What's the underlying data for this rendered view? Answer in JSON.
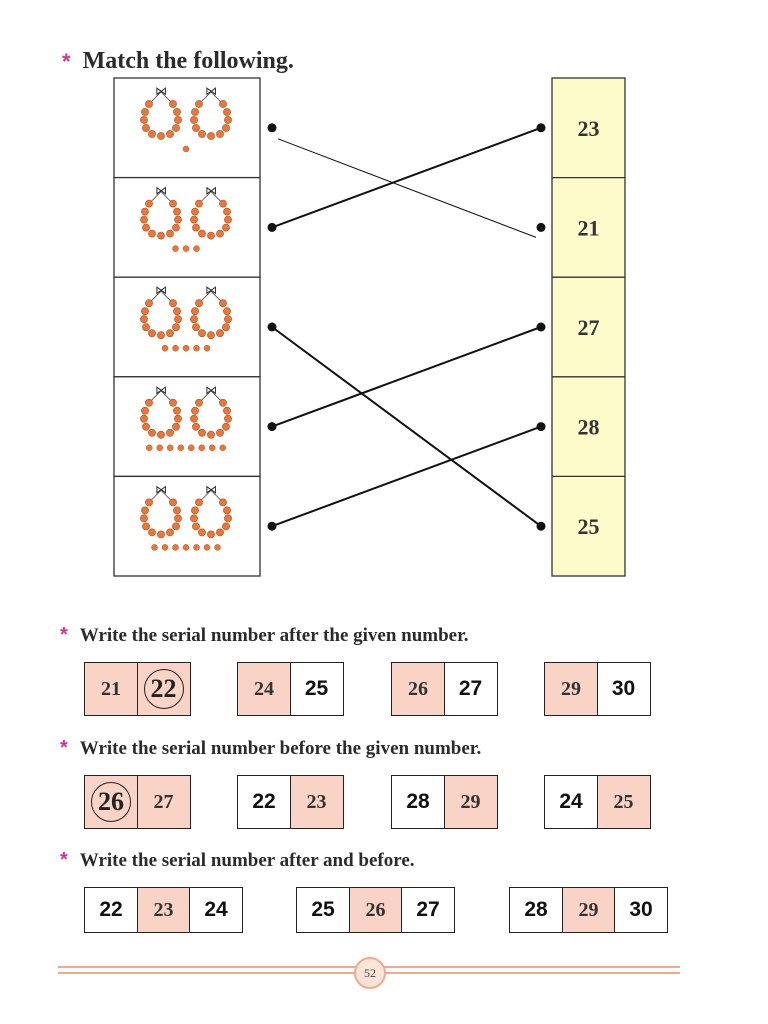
{
  "match": {
    "title": "Match the following.",
    "left_items": [
      {
        "extra_beads": 1
      },
      {
        "extra_beads": 3
      },
      {
        "extra_beads": 5
      },
      {
        "extra_beads": 8
      },
      {
        "extra_beads": 7
      }
    ],
    "right_numbers": [
      "23",
      "21",
      "27",
      "28",
      "25"
    ],
    "lines": [
      [
        0,
        1
      ],
      [
        1,
        0
      ],
      [
        2,
        4
      ],
      [
        3,
        2
      ],
      [
        4,
        3
      ]
    ],
    "colors": {
      "bead": "#e8773a",
      "number_bg": "#fdfbc9"
    }
  },
  "sections": [
    {
      "title": "Write the serial number after the given number.",
      "groups": [
        [
          {
            "v": "21",
            "c": "pink"
          },
          {
            "v": "22",
            "c": "pink",
            "circled": true
          }
        ],
        [
          {
            "v": "24",
            "c": "pink"
          },
          {
            "v": "25",
            "c": "white"
          }
        ],
        [
          {
            "v": "26",
            "c": "pink"
          },
          {
            "v": "27",
            "c": "white"
          }
        ],
        [
          {
            "v": "29",
            "c": "pink"
          },
          {
            "v": "30",
            "c": "white"
          }
        ]
      ]
    },
    {
      "title": "Write the serial number before the given number.",
      "groups": [
        [
          {
            "v": "26",
            "c": "pink",
            "circled": true
          },
          {
            "v": "27",
            "c": "pink"
          }
        ],
        [
          {
            "v": "22",
            "c": "white"
          },
          {
            "v": "23",
            "c": "pink"
          }
        ],
        [
          {
            "v": "28",
            "c": "white"
          },
          {
            "v": "29",
            "c": "pink"
          }
        ],
        [
          {
            "v": "24",
            "c": "white"
          },
          {
            "v": "25",
            "c": "pink"
          }
        ]
      ]
    },
    {
      "title": "Write the serial number after and before.",
      "groups": [
        [
          {
            "v": "22",
            "c": "white"
          },
          {
            "v": "23",
            "c": "pink"
          },
          {
            "v": "24",
            "c": "white"
          }
        ],
        [
          {
            "v": "25",
            "c": "white"
          },
          {
            "v": "26",
            "c": "pink"
          },
          {
            "v": "27",
            "c": "white"
          }
        ],
        [
          {
            "v": "28",
            "c": "white"
          },
          {
            "v": "29",
            "c": "pink"
          },
          {
            "v": "30",
            "c": "white"
          }
        ]
      ]
    }
  ],
  "page_number": "52"
}
